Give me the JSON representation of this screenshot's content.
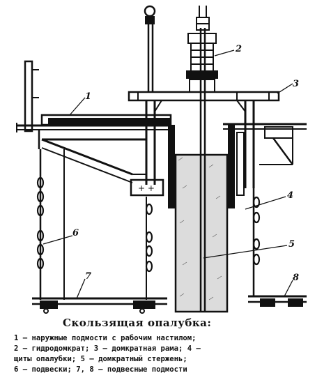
{
  "figure": {
    "callouts": [
      "1",
      "2",
      "3",
      "4",
      "5",
      "6",
      "7",
      "8"
    ]
  },
  "caption": {
    "title": "Скользящая опалубка:",
    "lines": [
      "1 — наружные подмости с рабочим настилом;",
      "2 — гидродомкрат; 3 — домкратная рама; 4 —",
      "щиты опалубки; 5 — домкратный стержень;",
      "6 — подвески; 7, 8 — подвесные подмости"
    ]
  }
}
